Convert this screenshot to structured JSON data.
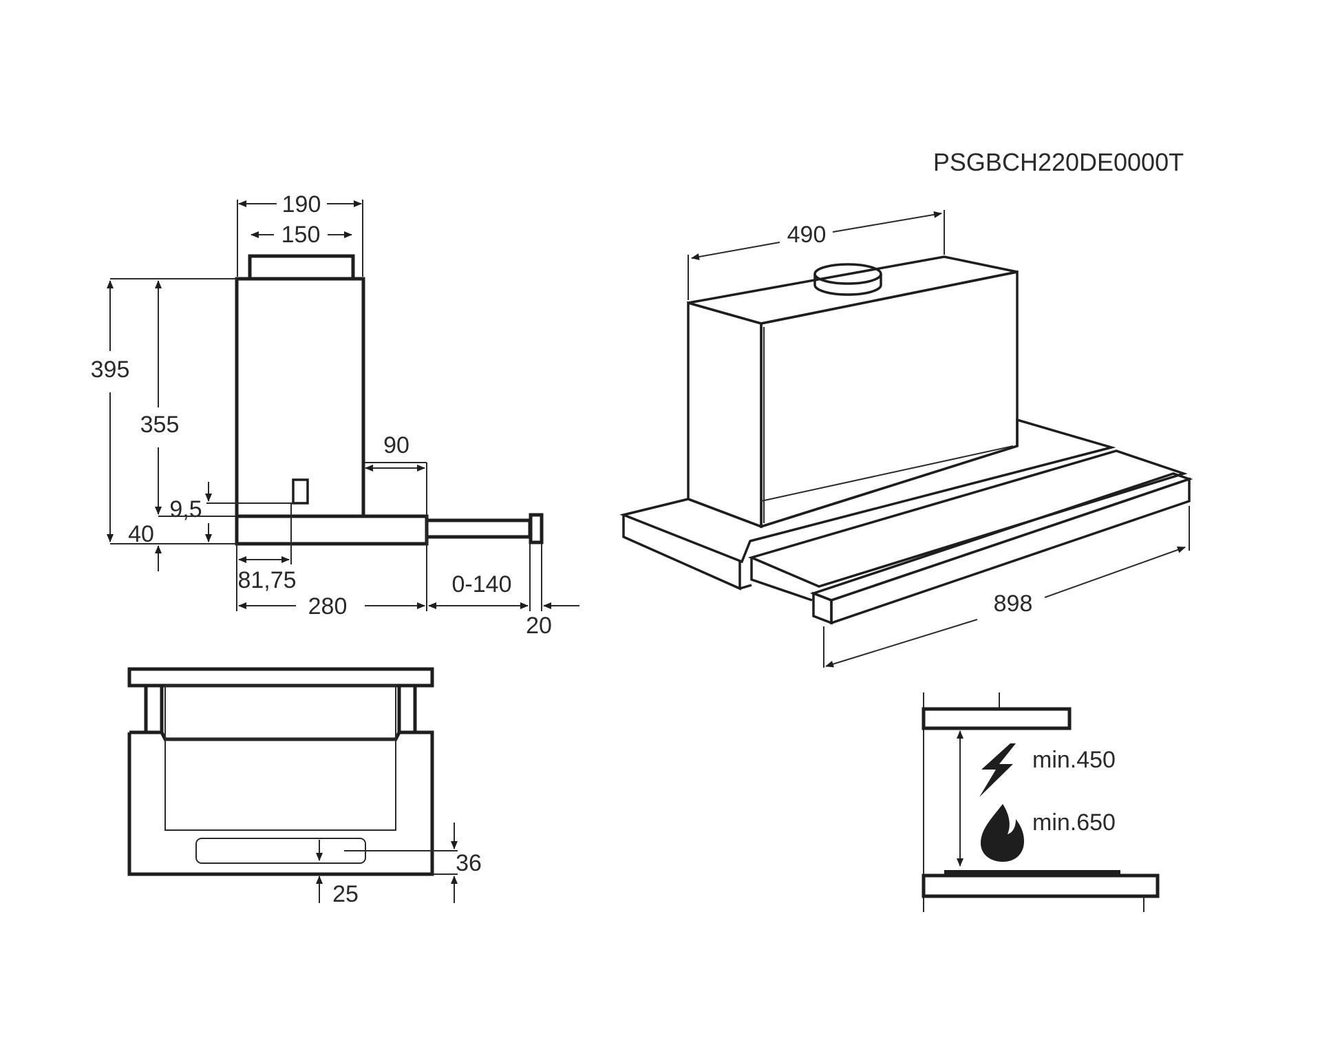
{
  "model_code": "PSGBCH220DE0000T",
  "side_view": {
    "width_190": "190",
    "width_150": "150",
    "height_395": "395",
    "height_355": "355",
    "depth_90": "90",
    "offset_9_5": "9,5",
    "base_40": "40",
    "offset_81_75": "81,75",
    "depth_280": "280",
    "extension": "0-140",
    "front_20": "20"
  },
  "iso_view": {
    "width_490": "490",
    "length_898": "898"
  },
  "front_view": {
    "dim_36": "36",
    "dim_25": "25"
  },
  "clearance": {
    "electric_min": "min.450",
    "gas_min": "min.650"
  },
  "colors": {
    "line": "#1e1e1e",
    "background": "#ffffff"
  }
}
